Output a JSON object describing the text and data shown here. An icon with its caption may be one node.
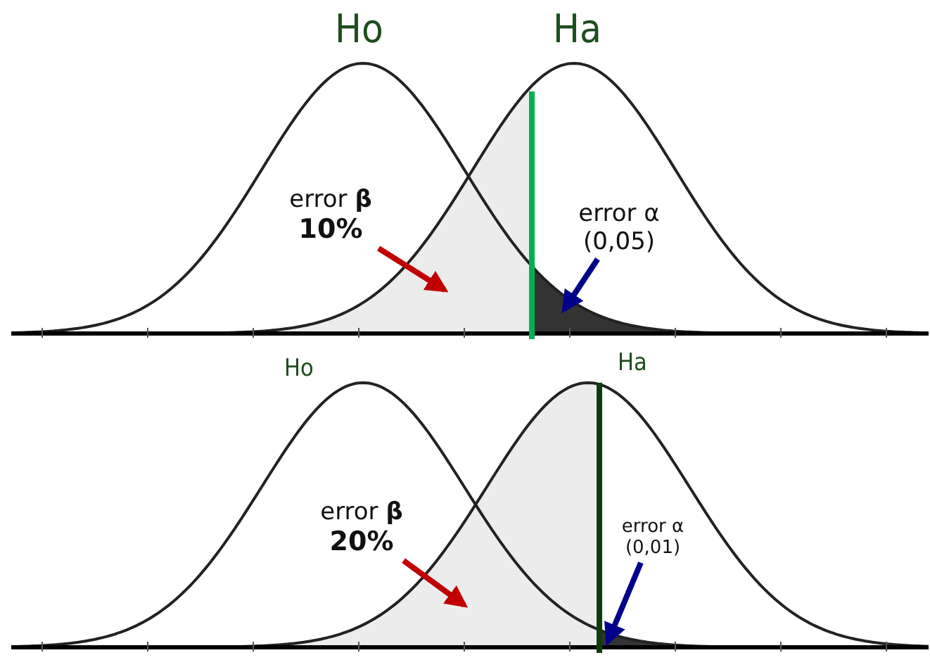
{
  "diagram": {
    "nodes": [
      {
        "text": [
          "error **β**",
          "10%"
        ]
      },
      {
        "text": [
          "error α",
          "(0,05)"
        ]
      },
      {
        "text": [],
        "shape": "area"
      },
      {
        "text": [],
        "shape": "area"
      },
      {
        "text": [
          "error **β**",
          "20%"
        ]
      },
      {
        "text": [
          "error α",
          "(0,01)"
        ]
      },
      {
        "text": [],
        "shape": "area"
      },
      {
        "text": [],
        "shape": "area"
      }
    ],
    "edges": [
      {
        "from": 0,
        "to": 2,
        "arrow": "to",
        "color": "#c00000"
      },
      {
        "from": 1,
        "to": 3,
        "arrow": "to",
        "color": "#00008b"
      },
      {
        "from": 4,
        "to": 6,
        "arrow": "to",
        "color": "#c00000"
      },
      {
        "from": 5,
        "to": 7,
        "arrow": "to",
        "color": "#00008b"
      }
    ],
    "labels": [
      "Ho",
      "Ha",
      "Ho",
      "Ha"
    ]
  }
}
